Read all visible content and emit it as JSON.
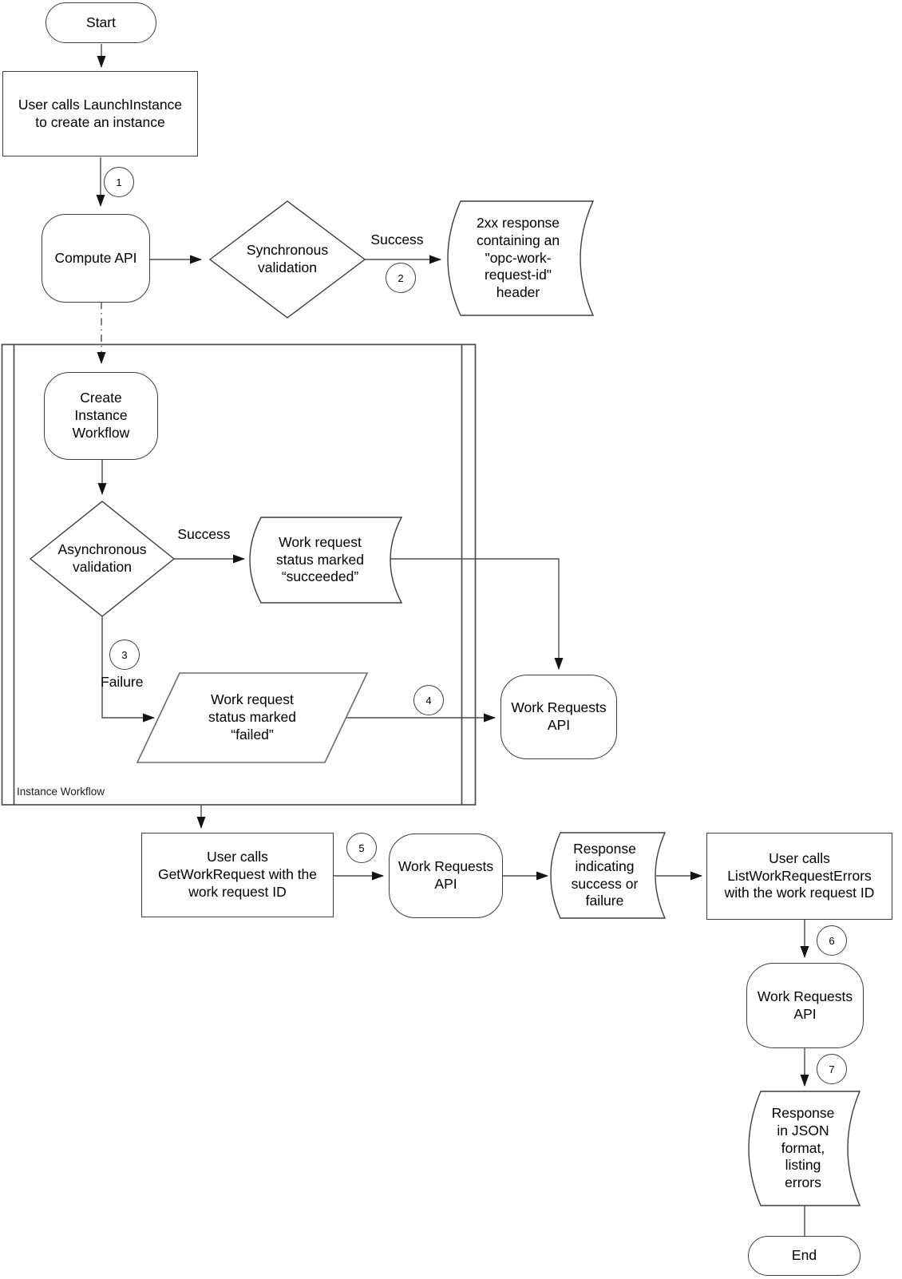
{
  "nodes": {
    "start": {
      "label": "Start"
    },
    "launch": {
      "label": "User calls LaunchInstance\nto create an instance"
    },
    "compute": {
      "label": "Compute API"
    },
    "sync": {
      "label": "Synchronous\nvalidation"
    },
    "r2xx": {
      "label": "2xx response\ncontaining an\n\"opc-work-\nrequest-id\"\nheader"
    },
    "ciw": {
      "label": "Create\nInstance\nWorkflow"
    },
    "async": {
      "label": "Asynchronous\nvalidation"
    },
    "succeeded": {
      "label": "Work request\nstatus marked\n“succeeded”"
    },
    "failed": {
      "label": "Work request\nstatus marked\n“failed”"
    },
    "wrapi1": {
      "label": "Work Requests\nAPI"
    },
    "getwr": {
      "label": "User calls\nGetWorkRequest with the\nwork request ID"
    },
    "wrapi2": {
      "label": "Work Requests\nAPI"
    },
    "response": {
      "label": "Response\nindicating\nsuccess or\nfailure"
    },
    "listwre": {
      "label": "User calls\nListWorkRequestErrors\nwith the work request ID"
    },
    "wrapi3": {
      "label": "Work Requests\nAPI"
    },
    "json": {
      "label": "Response\nin JSON\nformat,\nlisting\nerrors"
    },
    "end": {
      "label": "End"
    }
  },
  "edge_labels": {
    "success_sync": "Success",
    "success_async": "Success",
    "failure": "Failure"
  },
  "container": {
    "label": "Instance Workflow"
  },
  "steps": [
    "1",
    "2",
    "3",
    "4",
    "5",
    "6",
    "7"
  ],
  "colors": {
    "node_stroke": "#3d3d3d",
    "connector_stroke": "#4d4d4d",
    "light_stroke": "#6b6b6b",
    "arrowhead": "#141414",
    "text": "#000000",
    "background": "#ffffff"
  }
}
